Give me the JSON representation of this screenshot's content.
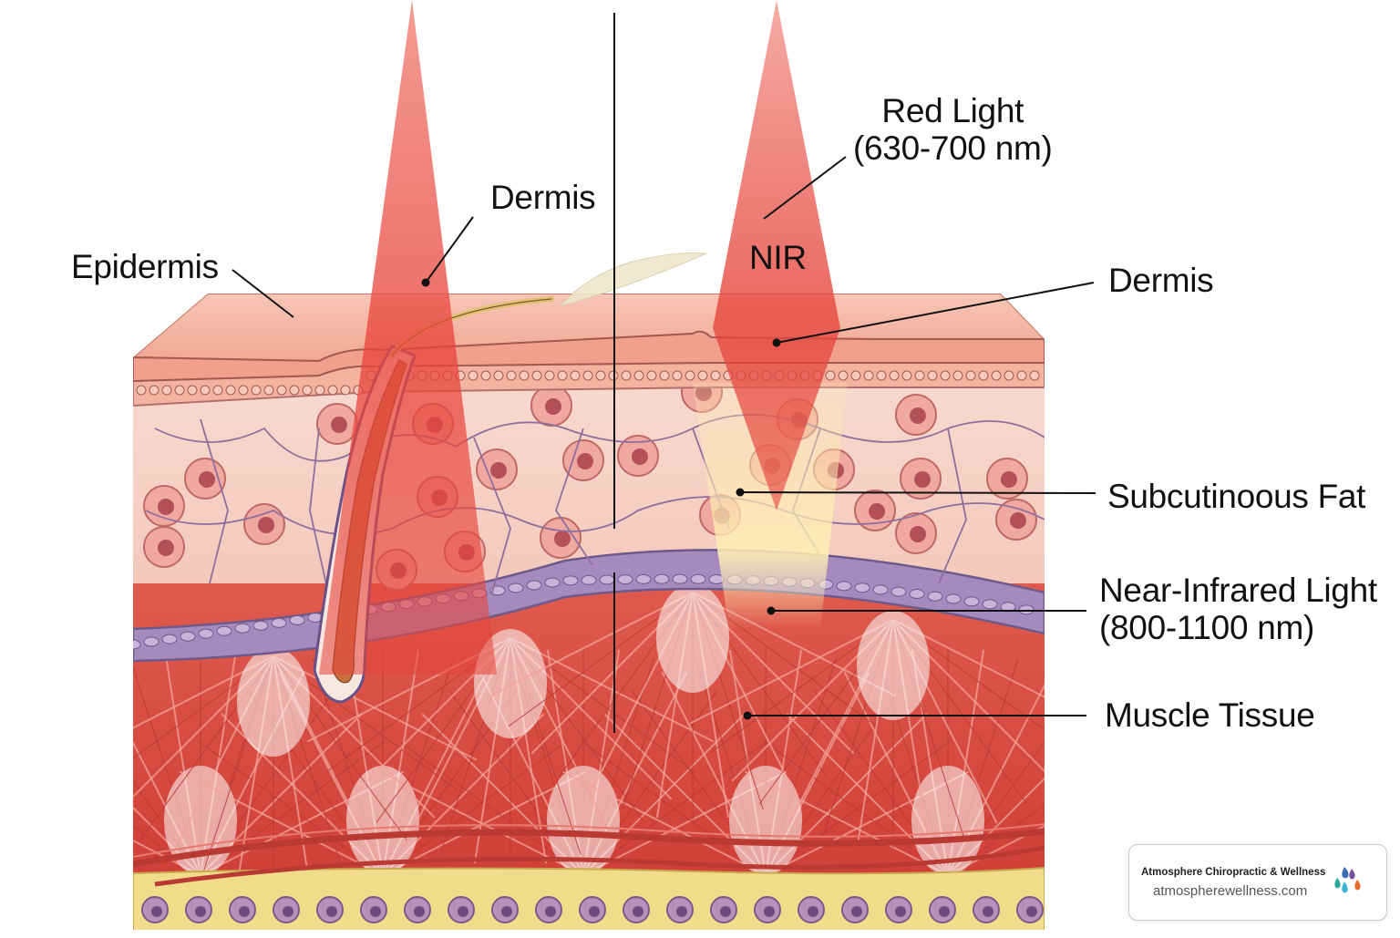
{
  "labels": {
    "epidermis": "Epidermis",
    "dermis_left": "Dermis",
    "red_light": [
      "Red Light",
      "(630-700 nm)"
    ],
    "nir": "NIR",
    "dermis_right": "Dermis",
    "subcutaneous_fat": "Subcutinoous Fat",
    "near_infrared": [
      "Near-Infrared Light",
      "(800-1100 nm)"
    ],
    "muscle_tissue": "Muscle Tissue"
  },
  "brand": {
    "name": "Atmosphere Chiropractic & Wellness",
    "url": "atmospherewellness.com",
    "logo_icon": "water-drops-logo-icon"
  },
  "colors": {
    "skin_surface": "#f2b0a0",
    "dermis": "#f6cfc4",
    "membrane": "#8d76a8",
    "muscle": "#d9483f",
    "tendon": "#ffffff",
    "fat": "#f1dc8c",
    "beam_red": "#e5453c",
    "beam_nir_glow": "#ffe9a8",
    "leader_line": "#111111"
  }
}
